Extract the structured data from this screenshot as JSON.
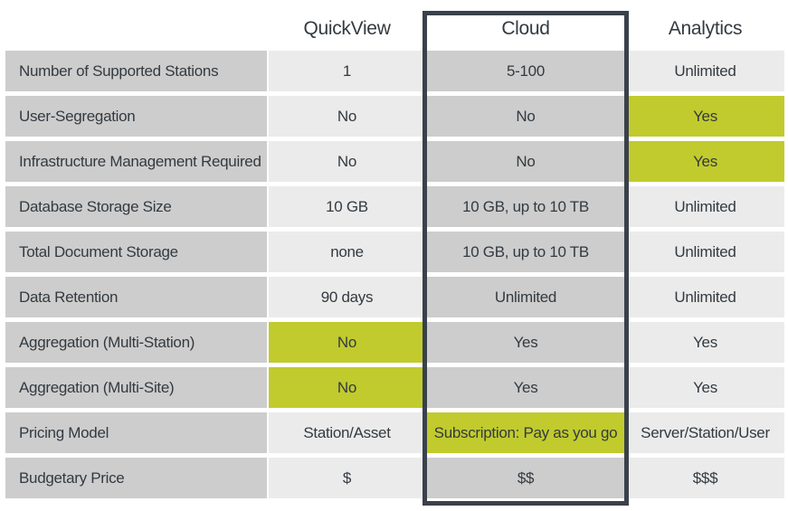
{
  "colors": {
    "bg": "#ffffff",
    "label_gray": "#cdcdcd",
    "value_light": "#ebebeb",
    "cloud_gray": "#cdcdcd",
    "highlight_green": "#c1cb2e",
    "emphasis_border": "#3a414a",
    "text_dark": "#333a40"
  },
  "table": {
    "columns": [
      {
        "key": "quickview",
        "label": "QuickView",
        "emphasized": false
      },
      {
        "key": "cloud",
        "label": "Cloud",
        "emphasized": true
      },
      {
        "key": "analytics",
        "label": "Analytics",
        "emphasized": false
      }
    ],
    "rows": [
      {
        "label": "Number of Supported Stations",
        "cells": [
          {
            "text": "1",
            "highlight": false
          },
          {
            "text": "5-100",
            "highlight": false
          },
          {
            "text": "Unlimited",
            "highlight": false
          }
        ]
      },
      {
        "label": "User-Segregation",
        "cells": [
          {
            "text": "No",
            "highlight": false
          },
          {
            "text": "No",
            "highlight": false
          },
          {
            "text": "Yes",
            "highlight": true
          }
        ]
      },
      {
        "label": "Infrastructure Management Required",
        "cells": [
          {
            "text": "No",
            "highlight": false
          },
          {
            "text": "No",
            "highlight": false
          },
          {
            "text": "Yes",
            "highlight": true
          }
        ]
      },
      {
        "label": "Database Storage Size",
        "cells": [
          {
            "text": "10 GB",
            "highlight": false
          },
          {
            "text": "10 GB, up to 10 TB",
            "highlight": false
          },
          {
            "text": "Unlimited",
            "highlight": false
          }
        ]
      },
      {
        "label": "Total Document Storage",
        "cells": [
          {
            "text": "none",
            "highlight": false
          },
          {
            "text": "10 GB, up to 10 TB",
            "highlight": false
          },
          {
            "text": "Unlimited",
            "highlight": false
          }
        ]
      },
      {
        "label": "Data Retention",
        "cells": [
          {
            "text": "90 days",
            "highlight": false
          },
          {
            "text": "Unlimited",
            "highlight": false
          },
          {
            "text": "Unlimited",
            "highlight": false
          }
        ]
      },
      {
        "label": "Aggregation (Multi-Station)",
        "cells": [
          {
            "text": "No",
            "highlight": true
          },
          {
            "text": "Yes",
            "highlight": false
          },
          {
            "text": "Yes",
            "highlight": false
          }
        ]
      },
      {
        "label": "Aggregation (Multi-Site)",
        "cells": [
          {
            "text": "No",
            "highlight": true
          },
          {
            "text": "Yes",
            "highlight": false
          },
          {
            "text": "Yes",
            "highlight": false
          }
        ]
      },
      {
        "label": "Pricing Model",
        "cells": [
          {
            "text": "Station/Asset",
            "highlight": false
          },
          {
            "text": "Subscription: Pay as you go",
            "highlight": true
          },
          {
            "text": "Server/Station/User",
            "highlight": false
          }
        ]
      },
      {
        "label": "Budgetary Price",
        "cells": [
          {
            "text": "$",
            "highlight": false
          },
          {
            "text": "$$",
            "highlight": false
          },
          {
            "text": "$$$",
            "highlight": false
          }
        ]
      }
    ]
  }
}
